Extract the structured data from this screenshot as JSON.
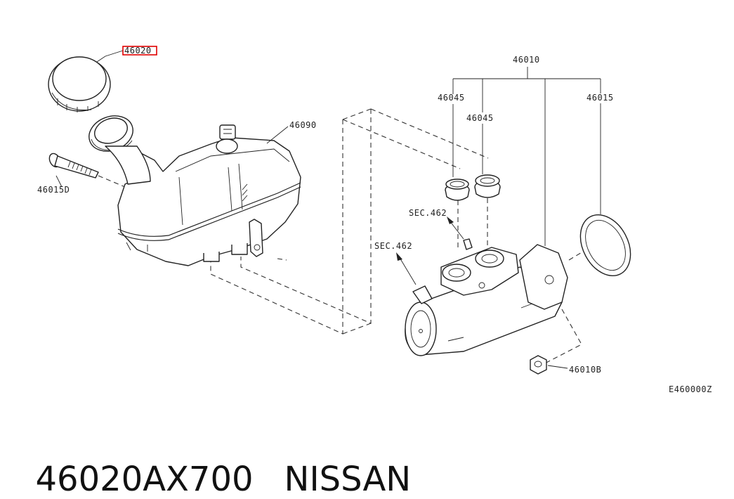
{
  "diagram": {
    "labels": {
      "cap": "46020",
      "reservoir": "46090",
      "screw": "46015D",
      "master_cylinder": "46010",
      "seal_a": "46045",
      "seal_b": "46045",
      "o_ring": "46015",
      "sec_a": "SEC.462",
      "sec_b": "SEC.462",
      "nut": "46010B",
      "figure_code": "E460000Z"
    }
  },
  "caption": {
    "part_number": "46020AX700",
    "brand": "NISSAN"
  }
}
